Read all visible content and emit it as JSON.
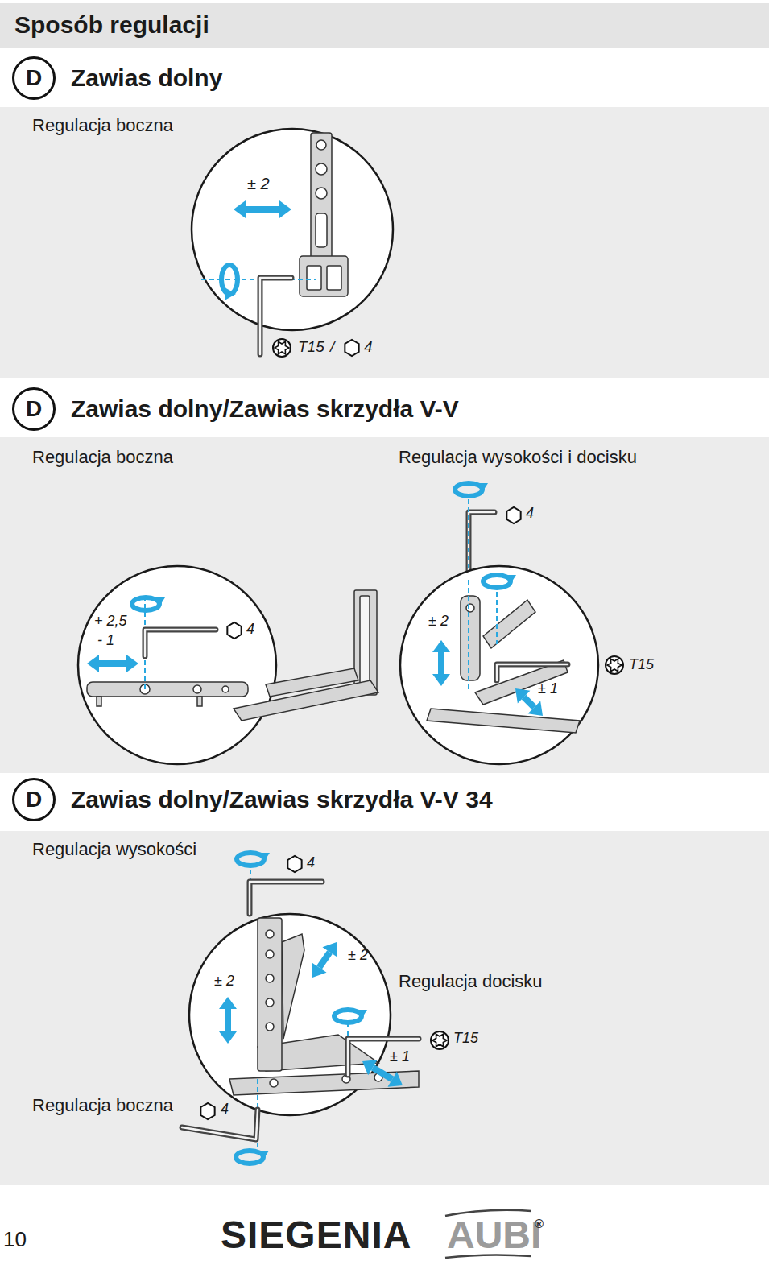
{
  "diagram": {
    "title": "Sposób regulacji",
    "nodes": [
      {
        "text": [
          "D",
          "Zawias dolny"
        ]
      },
      {
        "text": [
          "D",
          "Zawias dolny/Zawias skrzydła V-V"
        ]
      },
      {
        "text": [
          "D",
          "Zawias dolny/Zawias skrzydła V-V 34"
        ]
      }
    ],
    "labels": [
      "Regulacja boczna",
      "± 2",
      "T15",
      "/",
      "4",
      "Regulacja boczna",
      "Regulacja wysokości i docisku",
      "4",
      "+ 2,5",
      "- 1",
      "4",
      "± 2",
      "± 1",
      "T15",
      "Regulacja wysokości",
      "4",
      "± 2",
      "± 2",
      "Regulacja docisku",
      "T15",
      "± 1",
      "Regulacja boczna",
      "4",
      "10",
      "SIEGENIA",
      "AUBI",
      "®"
    ]
  }
}
